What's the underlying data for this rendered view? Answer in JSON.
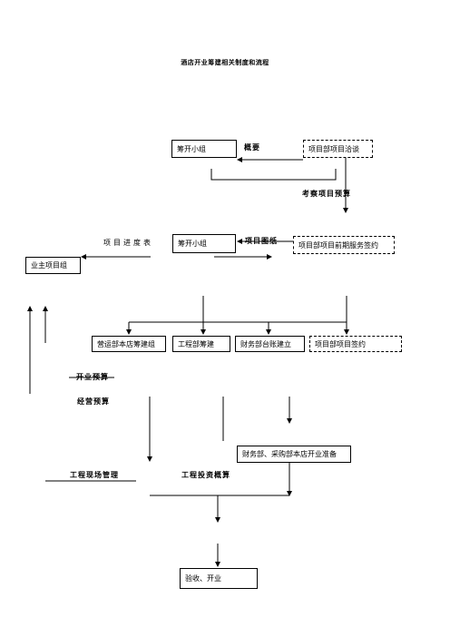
{
  "title": "酒店开业筹建相关制度和流程",
  "boxes": {
    "prep_group_1": "筹开小组",
    "project_dept_talks": "项目部项目洽谈",
    "prep_group_2": "筹开小组",
    "project_dept_pre_service": "项目部项目前期服务签约",
    "owner_project_group": "业主项目组",
    "ops_store_prep": "营运部本店筹建组",
    "engineering_prep": "工程部筹建",
    "finance_ledger": "财务部台账建立",
    "project_dept_sign": "项目部项目签约",
    "finance_purchase_prep": "财务部、采购部本店开业准备",
    "acceptance_opening": "验收、开业"
  },
  "labels": {
    "overview": "概要",
    "review_budget": "考察项目预算",
    "progress_table": "项目进度表",
    "project_drawings": "项目图纸",
    "opening_budget": "开业预算",
    "operating_budget": "经营预算",
    "site_management": "工程现场管理",
    "investment_estimate": "工程投资概算"
  }
}
